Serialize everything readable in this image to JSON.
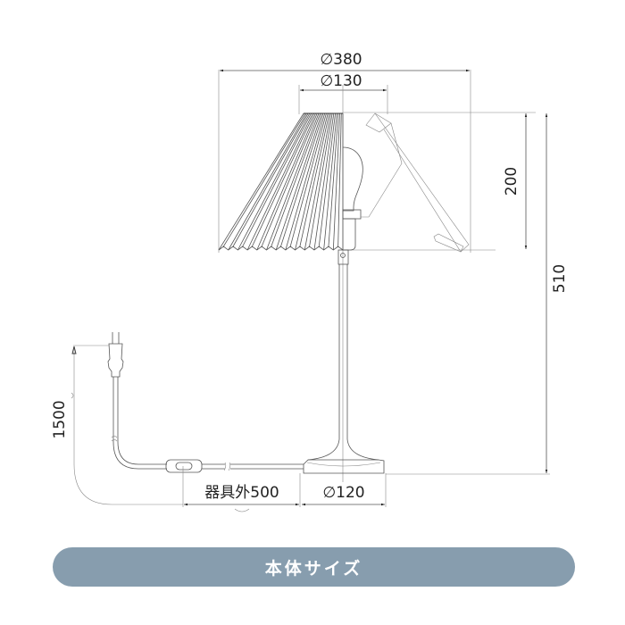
{
  "diagram": {
    "subject": "pleated-shade table lamp dimension drawing",
    "dimensions": {
      "shade_bottom_diameter": "∅380",
      "shade_top_diameter": "∅130",
      "shade_height": "200",
      "total_height": "510",
      "cord_length": "1500",
      "switch_distance": "器具外500",
      "base_diameter": "∅120"
    }
  },
  "banner": {
    "label": "本体サイズ",
    "color": "#879dae",
    "text_color": "#ffffff"
  }
}
